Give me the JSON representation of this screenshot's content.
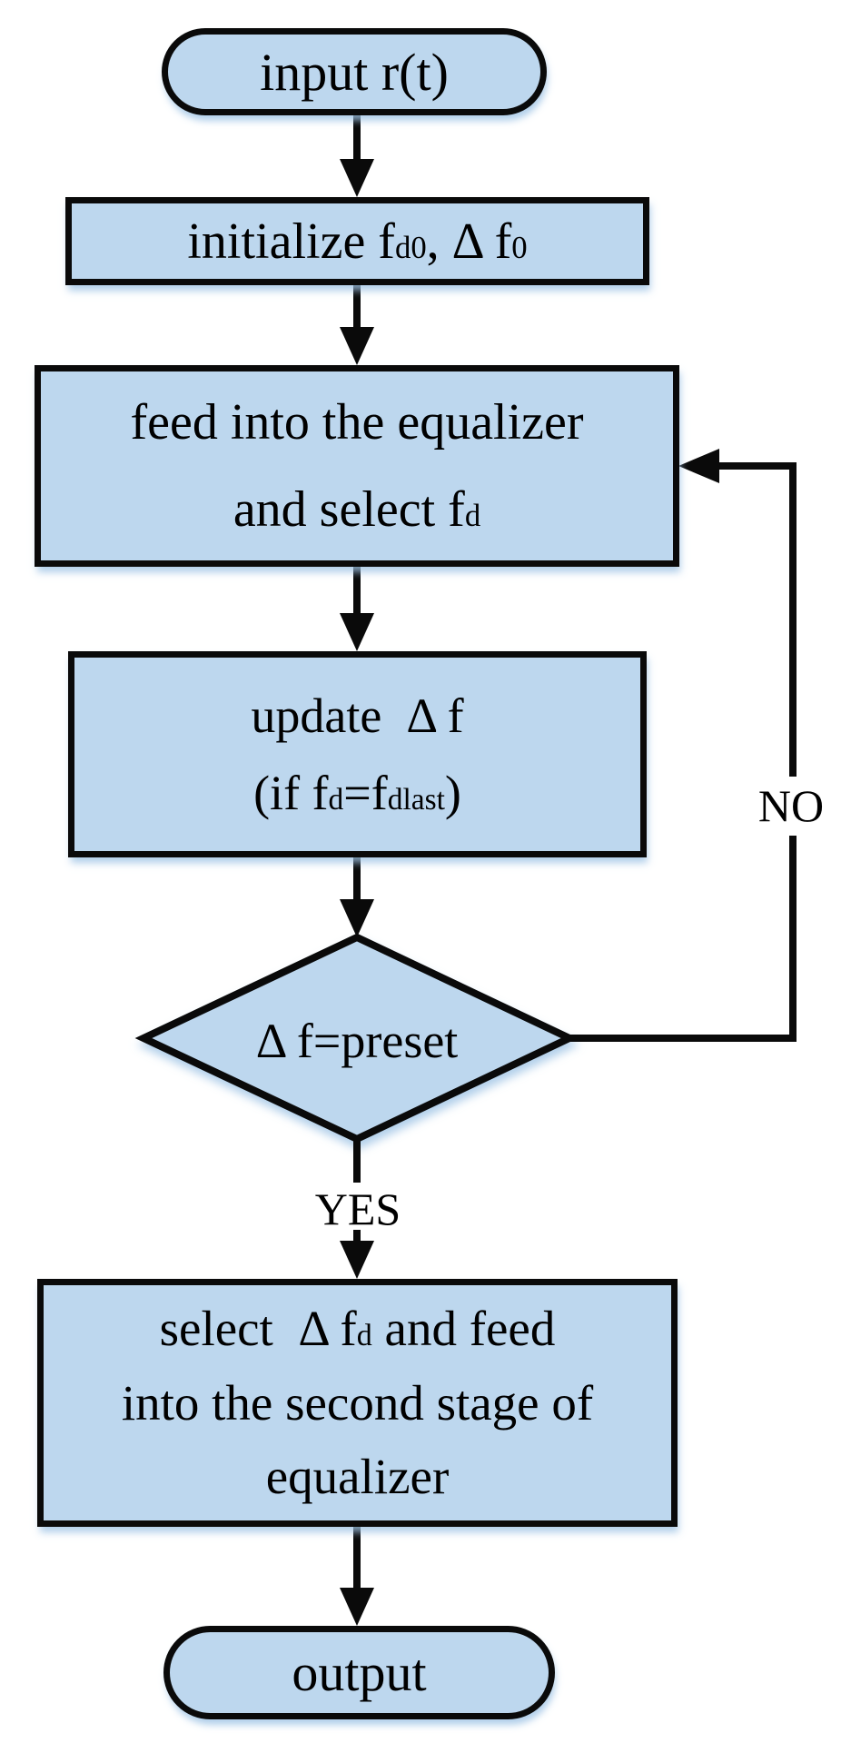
{
  "colors": {
    "node_fill": "#bdd7ee",
    "node_border": "#0a0a0a",
    "line": "#0a0a0a",
    "text": "#000000",
    "shadow": "rgba(158,195,229,0.8)"
  },
  "nodes": {
    "input": {
      "type": "terminator",
      "lines": [
        [
          {
            "text": "input r(t)"
          }
        ]
      ]
    },
    "init": {
      "type": "process",
      "lines": [
        [
          {
            "text": "initialize f"
          },
          {
            "text": "d0",
            "sub": true
          },
          {
            "text": ", Δ f"
          },
          {
            "text": "0",
            "sub": true
          }
        ]
      ]
    },
    "feed": {
      "type": "process",
      "lines": [
        [
          {
            "text": "feed into the equalizer"
          }
        ],
        [
          {
            "text": "and select f"
          },
          {
            "text": "d",
            "sub": true
          }
        ]
      ]
    },
    "update": {
      "type": "process",
      "lines": [
        [
          {
            "text": "update  Δ f"
          }
        ],
        [
          {
            "text": "(if f"
          },
          {
            "text": "d",
            "sub": true
          },
          {
            "text": "=f"
          },
          {
            "text": "dlast",
            "sub": true
          },
          {
            "text": ")"
          }
        ]
      ]
    },
    "decision": {
      "type": "decision",
      "lines": [
        [
          {
            "text": "Δ f=preset"
          }
        ]
      ]
    },
    "select": {
      "type": "process",
      "lines": [
        [
          {
            "text": "select  Δ f"
          },
          {
            "text": "d",
            "sub": true
          },
          {
            "text": " and feed"
          }
        ],
        [
          {
            "text": "into the second stage of"
          }
        ],
        [
          {
            "text": "equalizer"
          }
        ]
      ]
    },
    "output": {
      "type": "terminator",
      "lines": [
        [
          {
            "text": "output"
          }
        ]
      ]
    }
  },
  "edge_labels": {
    "yes": "YES",
    "no": "NO"
  }
}
